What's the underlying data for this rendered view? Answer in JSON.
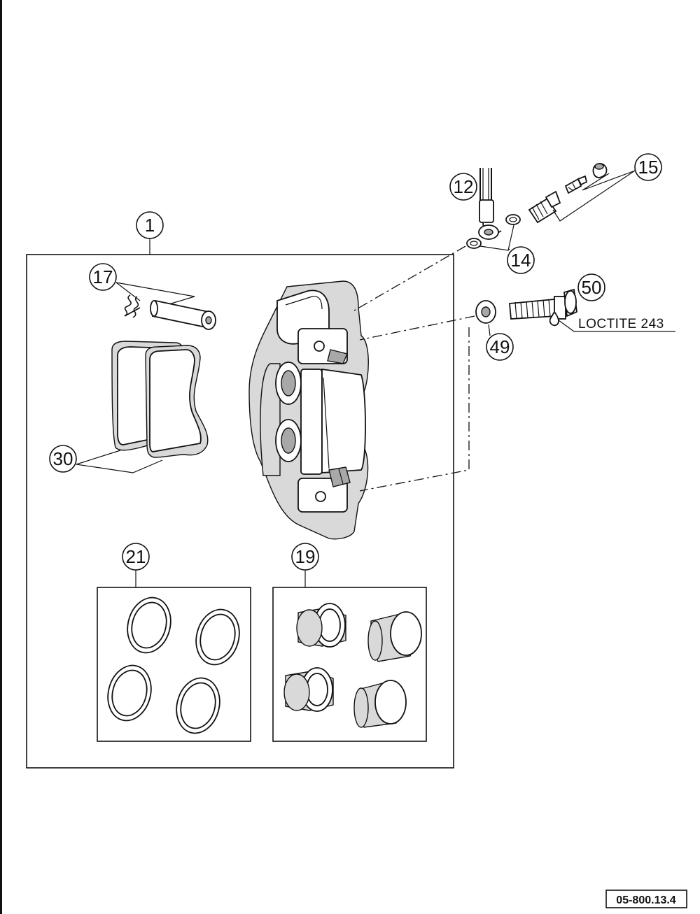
{
  "callouts": {
    "c1": "1",
    "c12": "12",
    "c14": "14",
    "c15": "15",
    "c17": "17",
    "c19": "19",
    "c21": "21",
    "c30": "30",
    "c49": "49",
    "c50": "50"
  },
  "note": {
    "loctite": "LOCTITE 243"
  },
  "page_code": "05-800.13.4",
  "icons": {
    "caliper": "brake-caliper-icon",
    "pads": "brake-pads-icon",
    "bolt": "mounting-bolt-icon",
    "washer": "washer-icon",
    "brake_line": "brake-line-icon",
    "bleeder": "bleeder-valve-icon",
    "pin": "pad-pin-icon",
    "clip": "spring-clip-icon",
    "seals": "seal-rings-icon",
    "pistons": "pistons-icon",
    "loctite_drop": "thread-locker-drop-icon"
  },
  "colors": {
    "line": "#111111",
    "shade": "#d9d9d9",
    "background": "#ffffff"
  }
}
